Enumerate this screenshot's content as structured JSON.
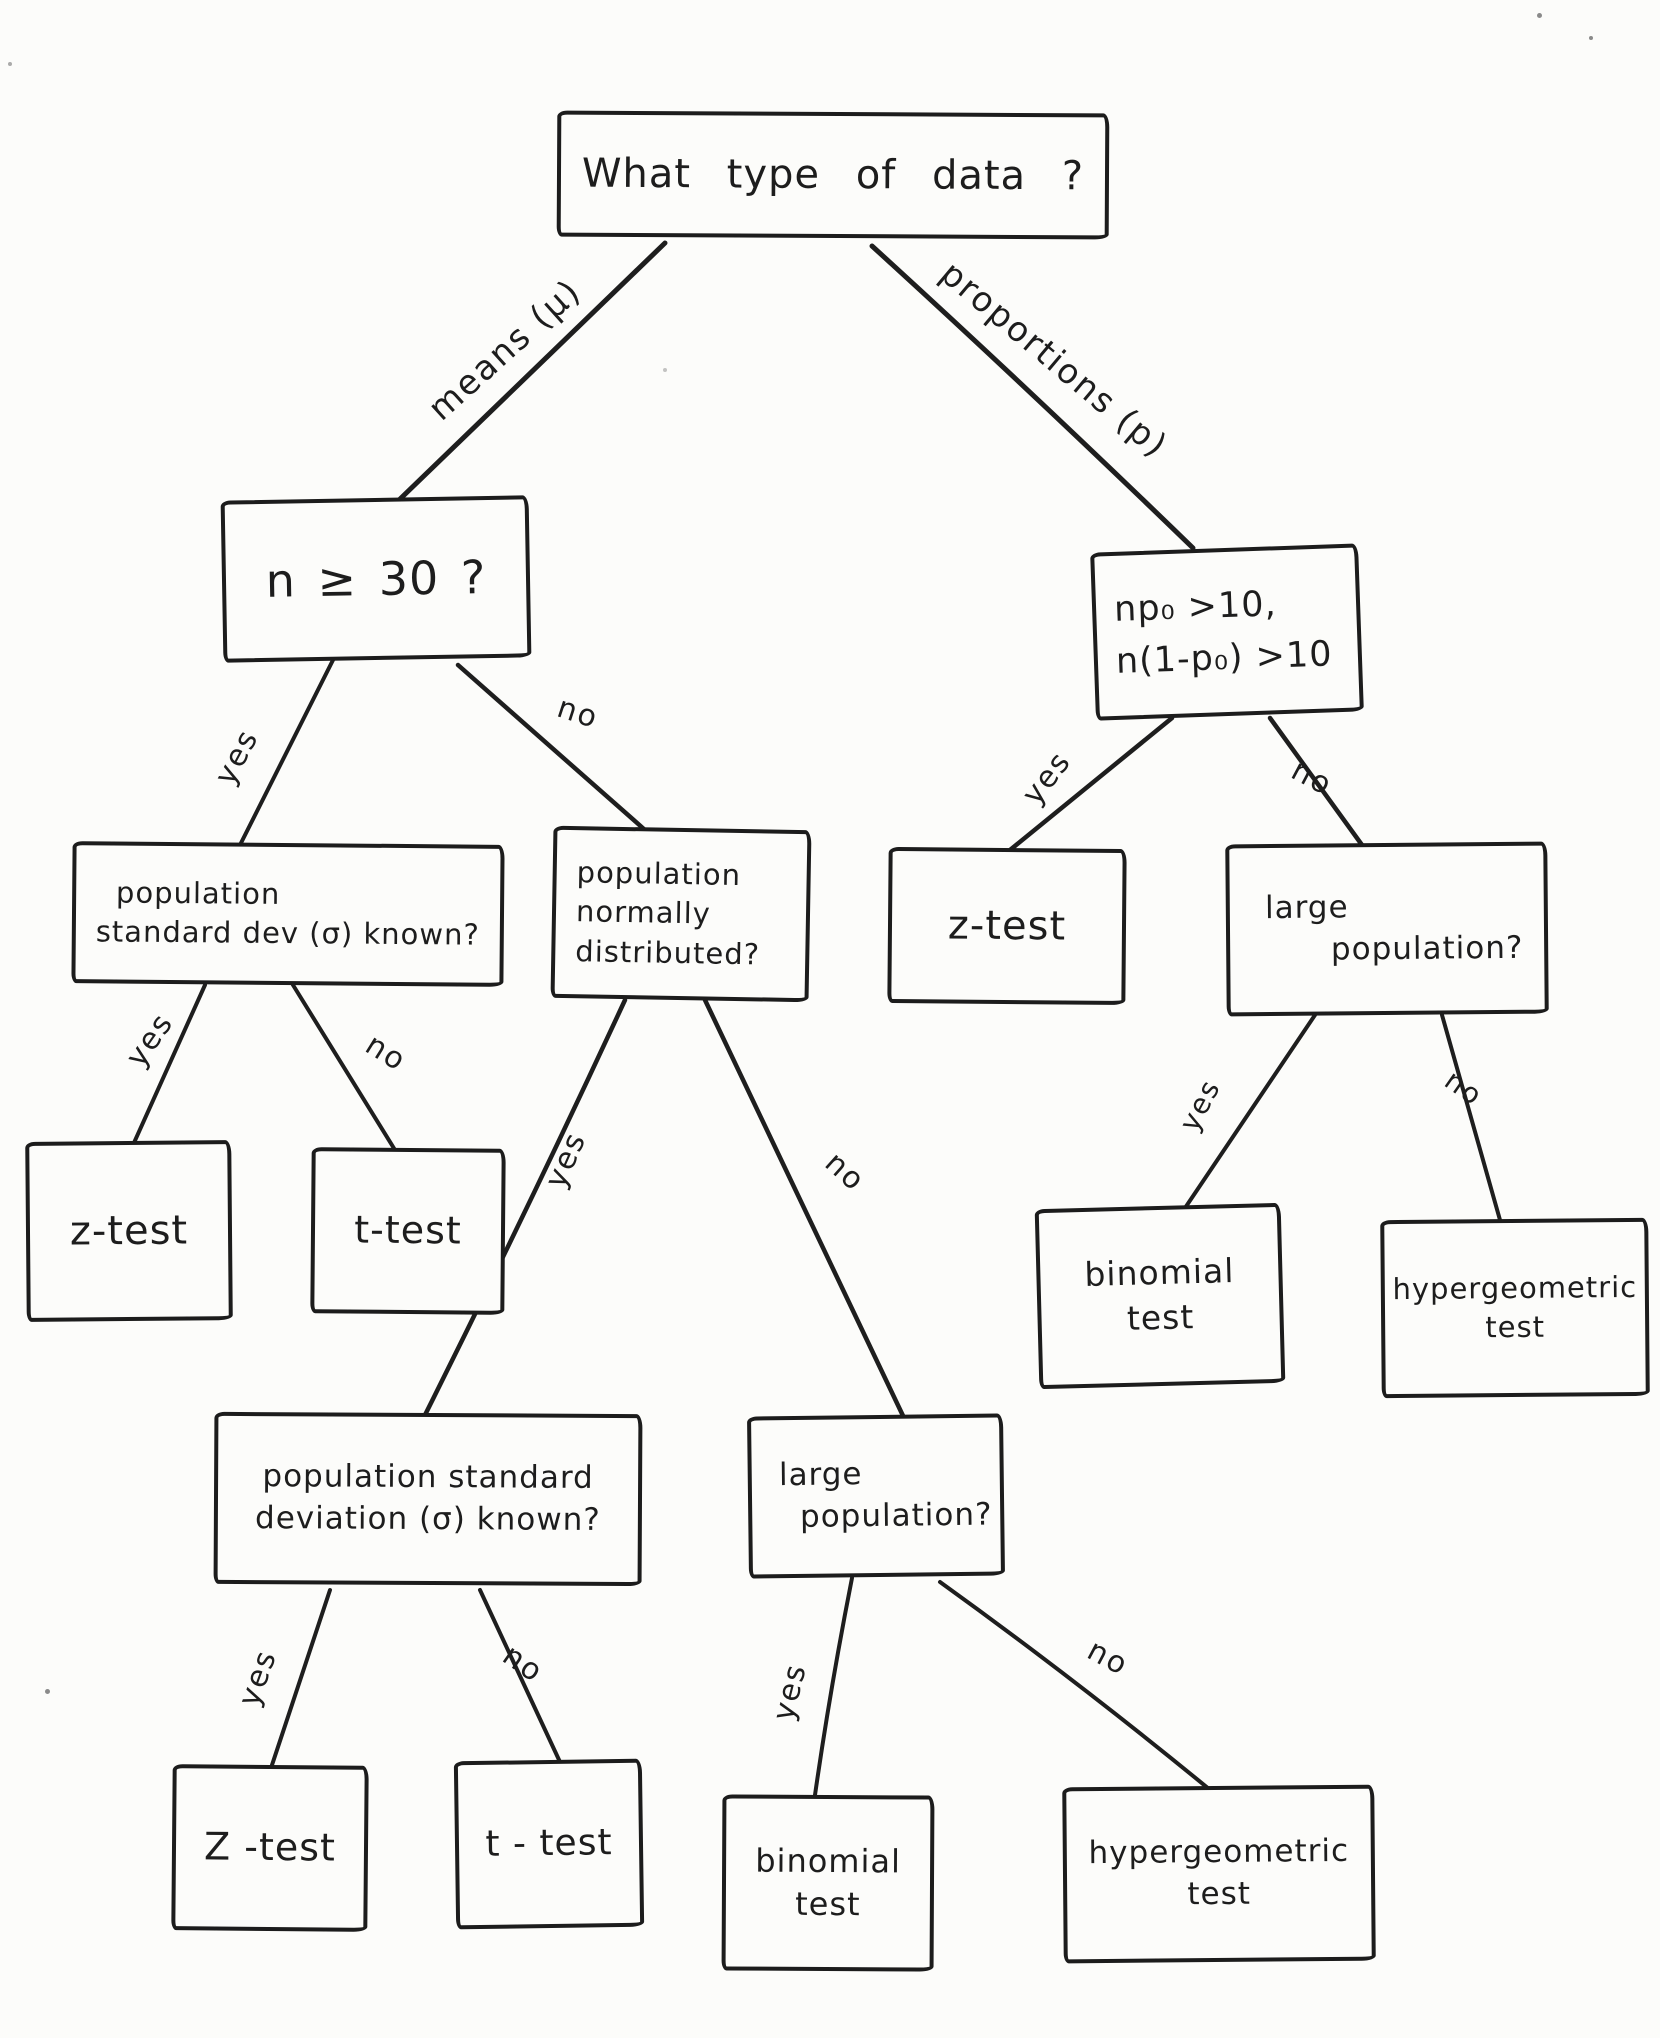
{
  "page": {
    "background_color": "#fcfcfa",
    "ink_color": "#1d1d1d"
  },
  "flowchart": {
    "description": "Hand-drawn decision tree for choosing a statistical hypothesis test",
    "nodes": {
      "root": {
        "lines": [
          "What type of data ?"
        ]
      },
      "n30": {
        "lines": [
          "n ≥ 30 ?"
        ]
      },
      "np0": {
        "lines": [
          "np₀ >10,",
          "n(1-p₀) >10"
        ]
      },
      "pop_sd_known": {
        "lines": [
          "population",
          "standard dev (σ) known?"
        ]
      },
      "pop_normal": {
        "lines": [
          "population",
          "normally",
          "distributed?"
        ]
      },
      "z_test_prop": {
        "lines": [
          "z-test"
        ]
      },
      "large_pop_right": {
        "lines": [
          "large",
          "population?"
        ]
      },
      "z_test_left": {
        "lines": [
          "z-test"
        ]
      },
      "t_test_left": {
        "lines": [
          "t-test"
        ]
      },
      "binomial_right": {
        "lines": [
          "binomial",
          "test"
        ]
      },
      "hypergeometric_right": {
        "lines": [
          "hypergeometric",
          "test"
        ]
      },
      "pop_sd_known_2": {
        "lines": [
          "population standard",
          "deviation (σ) known?"
        ]
      },
      "large_pop_mid": {
        "lines": [
          "large",
          "population?"
        ]
      },
      "z_test_bottom": {
        "lines": [
          "Z -test"
        ]
      },
      "t_test_bottom": {
        "lines": [
          "t - test"
        ]
      },
      "binomial_bottom": {
        "lines": [
          "binomial",
          "test"
        ]
      },
      "hypergeometric_bottom": {
        "lines": [
          "hypergeometric",
          "test"
        ]
      }
    },
    "edge_labels": {
      "means": "means (μ)",
      "proportions": "proportions (p)",
      "n30_yes": "yes",
      "n30_no": "no",
      "sd1_yes": "yes",
      "sd1_no": "no",
      "norm_yes": "yes",
      "norm_no": "no",
      "np0_yes": "yes",
      "np0_no": "no",
      "large_right_yes": "yes",
      "large_right_no": "no",
      "sd2_yes": "yes",
      "sd2_no": "no",
      "large_mid_yes": "yes",
      "large_mid_no": "no"
    }
  }
}
